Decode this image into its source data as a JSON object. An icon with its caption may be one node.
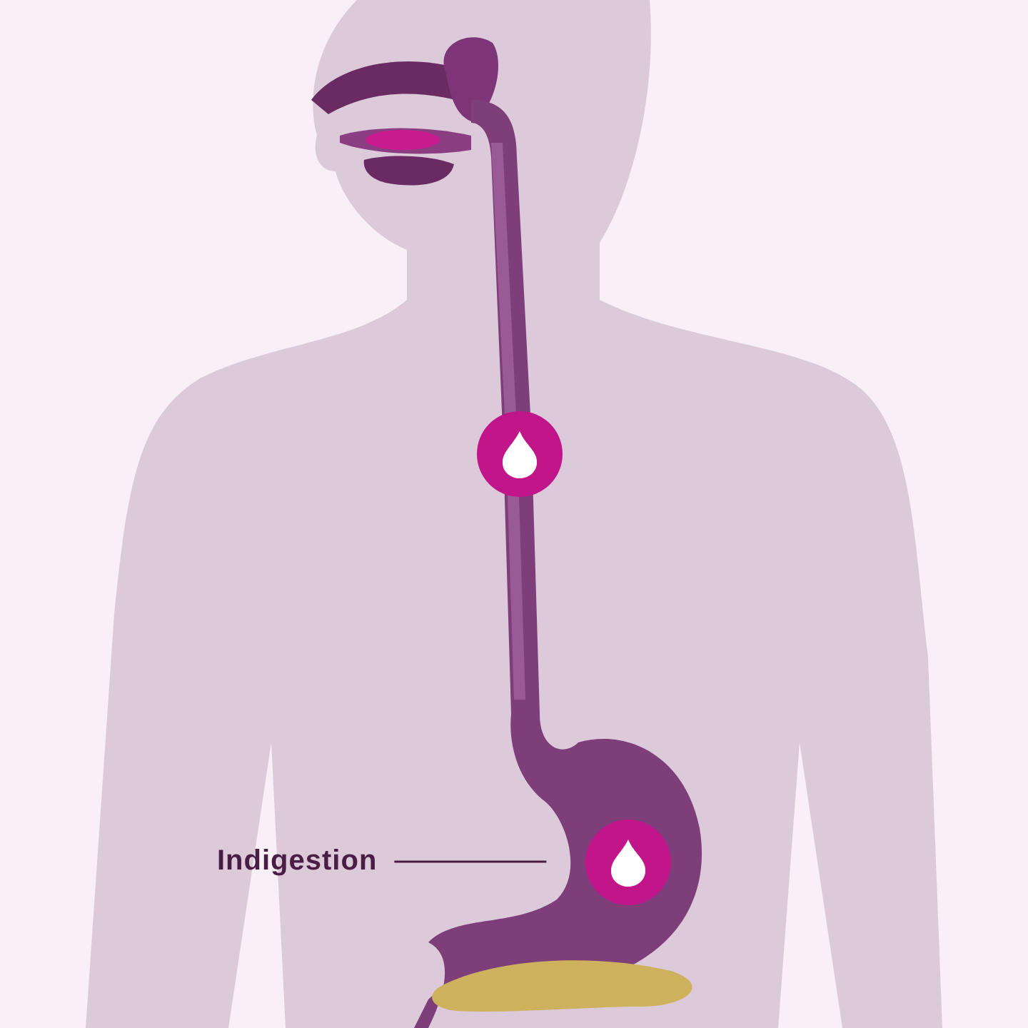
{
  "diagram": {
    "nodes": [
      {
        "text": [
          "Indigestion"
        ]
      },
      {
        "text": [],
        "shape": "picture"
      }
    ],
    "edges": [
      {
        "from": 0,
        "to": 1,
        "arrow": "none"
      }
    ]
  }
}
